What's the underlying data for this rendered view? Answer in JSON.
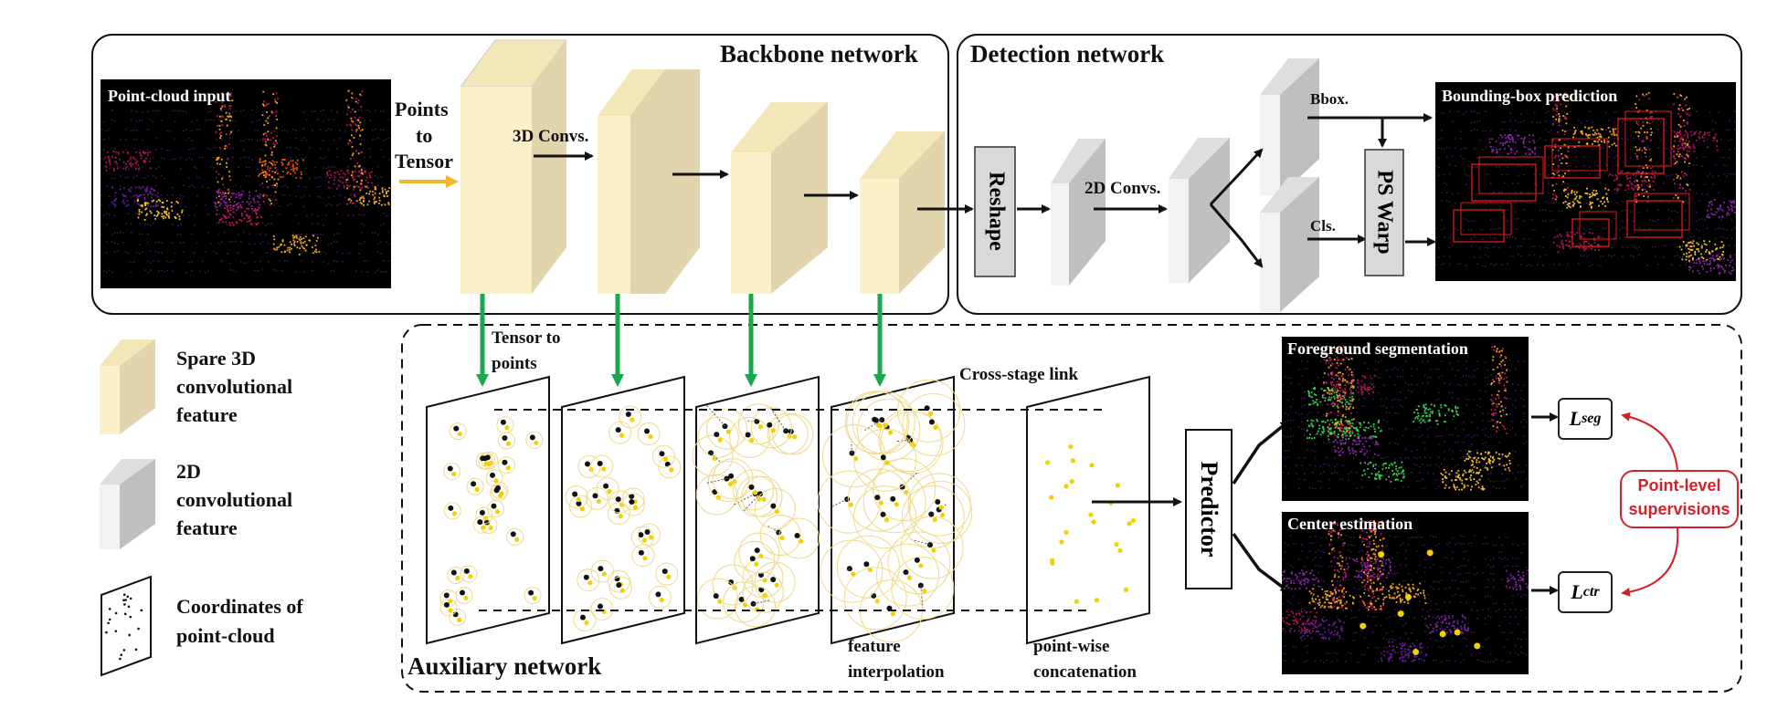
{
  "sections": {
    "backbone": "Backbone network",
    "detection": "Detection network",
    "auxiliary": "Auxiliary network"
  },
  "labels": {
    "point_cloud_input": "Point-cloud input",
    "points_to_tensor_1": "Points",
    "points_to_tensor_2": "to",
    "points_to_tensor_3": "Tensor",
    "conv3d": "3D Convs.",
    "reshape": "Reshape",
    "conv2d": "2D Convs.",
    "bbox": "Bbox.",
    "cls": "Cls.",
    "ps_warp": "PS Warp",
    "bbox_prediction": "Bounding-box prediction",
    "tensor_to_points_1": "Tensor to",
    "tensor_to_points_2": "points",
    "cross_stage": "Cross-stage link",
    "feature_interp_1": "feature",
    "feature_interp_2": "interpolation",
    "pointwise_1": "point-wise",
    "pointwise_2": "concatenation",
    "predictor": "Predictor",
    "fg_seg": "Foreground segmentation",
    "center_est": "Center estimation",
    "l_seg_main": "L",
    "l_seg_sub": "seg",
    "l_ctr_main": "L",
    "l_ctr_sub": "ctr",
    "supervision_1": "Point-level",
    "supervision_2": "supervisions"
  },
  "legend": {
    "sparse3d_1": "Spare 3D",
    "sparse3d_2": "convolutional",
    "sparse3d_3": "feature",
    "conv2d_1": "2D",
    "conv2d_2": "convolutional",
    "conv2d_3": "feature",
    "coords_1": "Coordinates of",
    "coords_2": "point-cloud"
  },
  "colors": {
    "feature3d_front": "#fbf0c8",
    "feature3d_side": "#e2d4ac",
    "feature3d_top": "#f3e6b9",
    "feature2d_front": "#f2f2f2",
    "feature2d_side": "#bfbfbf",
    "feature2d_top": "#dedede",
    "green_arrow": "#1aa84f",
    "yellow_arrow": "#f2b82a",
    "red": "#d1222b",
    "point_yellow": "#f5d000"
  }
}
